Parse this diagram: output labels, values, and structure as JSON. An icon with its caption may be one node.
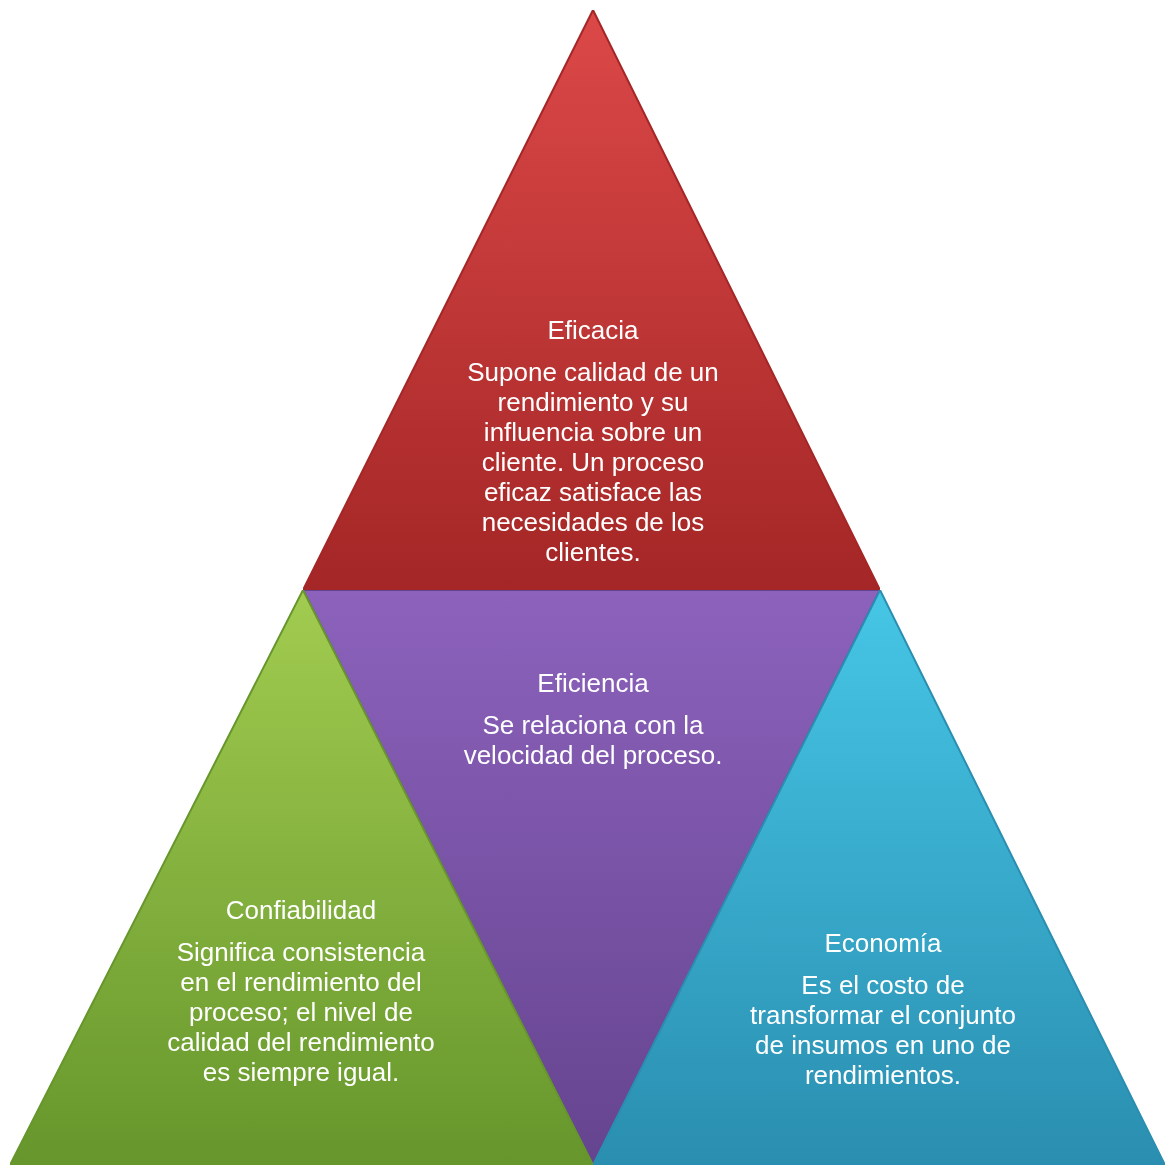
{
  "diagram": {
    "nodes": [
      {
        "text": [
          "Eficacia",
          "Supone calidad de un rendimiento y su influencia sobre un cliente. Un proceso eficaz satisface las necesidades de los clientes."
        ]
      },
      {
        "text": [
          "Eficiencia",
          "Se relaciona con la velocidad del proceso."
        ]
      },
      {
        "text": [
          "Confiabilidad",
          "Significa consistencia en el rendimiento del proceso; el nivel de calidad del rendimiento es siempre igual."
        ]
      },
      {
        "text": [
          "Economía",
          "Es el costo de transformar el conjunto de insumos en uno de rendimientos."
        ]
      }
    ]
  }
}
